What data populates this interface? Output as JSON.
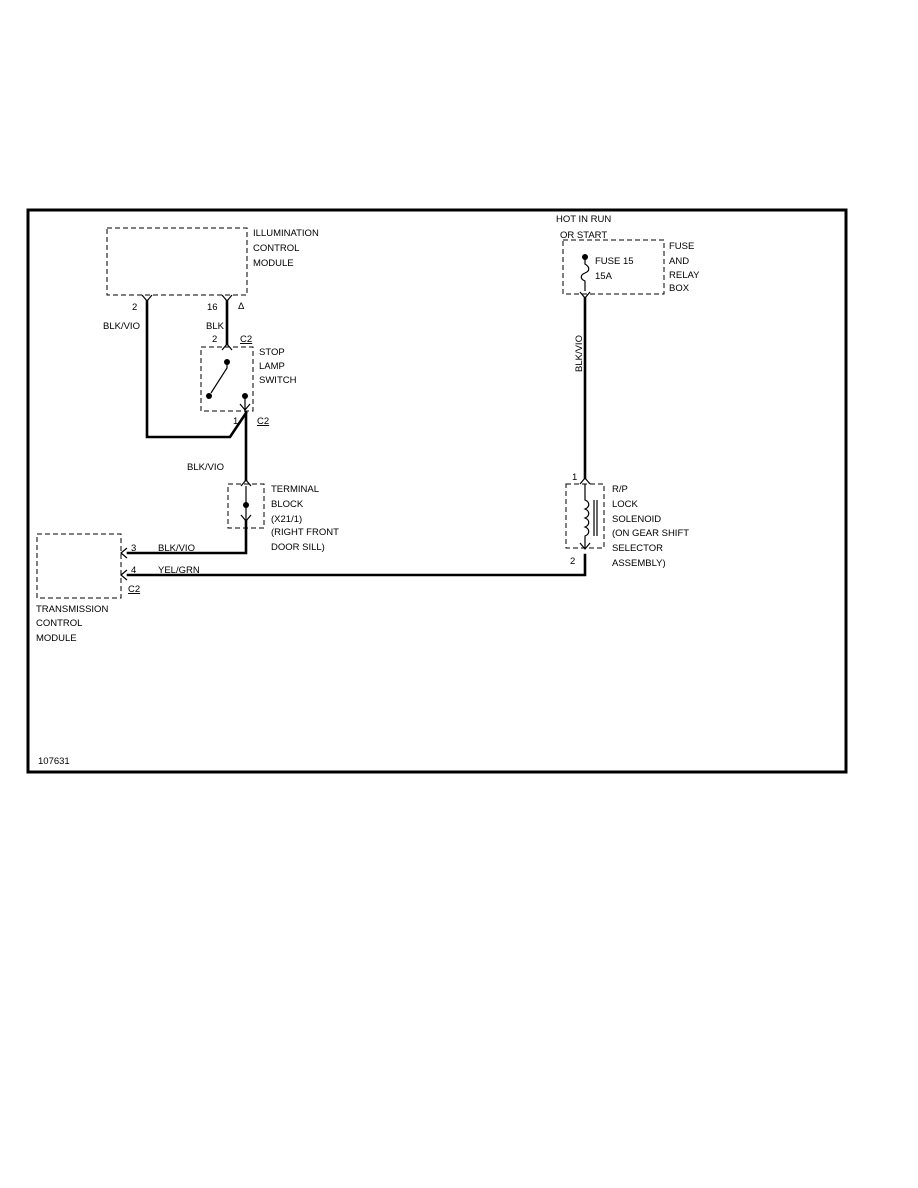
{
  "figure_id": "107631",
  "components": {
    "illumination_module": [
      "ILLUMINATION",
      "CONTROL",
      "MODULE"
    ],
    "stop_lamp_switch": [
      "STOP",
      "LAMP",
      "SWITCH"
    ],
    "terminal_block": [
      "TERMINAL",
      "BLOCK",
      "(X21/1)",
      "(RIGHT FRONT",
      "DOOR SILL)"
    ],
    "transmission_module": [
      "TRANSMISSION",
      "CONTROL",
      "MODULE"
    ],
    "fuse_box": [
      "FUSE",
      "AND",
      "RELAY",
      "BOX"
    ],
    "hot_label": [
      "HOT IN RUN",
      "OR START"
    ],
    "fuse": [
      "FUSE 15",
      "15A"
    ],
    "solenoid": [
      "R/P",
      "LOCK",
      "SOLENOID",
      "(ON GEAR SHIFT",
      "SELECTOR",
      "ASSEMBLY)"
    ]
  },
  "pins": {
    "icm_left": "2",
    "icm_right": "16",
    "icm_ground_marker": "Δ",
    "switch_top": "2",
    "switch_bottom": "1",
    "tcm_upper": "3",
    "tcm_lower": "4",
    "solenoid_top": "1",
    "solenoid_bottom": "2"
  },
  "connectors": {
    "switch_top": "C2",
    "switch_bottom": "C2",
    "tcm": "C2"
  },
  "wires": {
    "icm_left": "BLK/VIO",
    "icm_right": "BLK",
    "switch_to_block": "BLK/VIO",
    "block_to_tcm": "BLK/VIO",
    "tcm_to_solenoid": "YEL/GRN",
    "fuse_to_solenoid": "BLK/VIO"
  }
}
